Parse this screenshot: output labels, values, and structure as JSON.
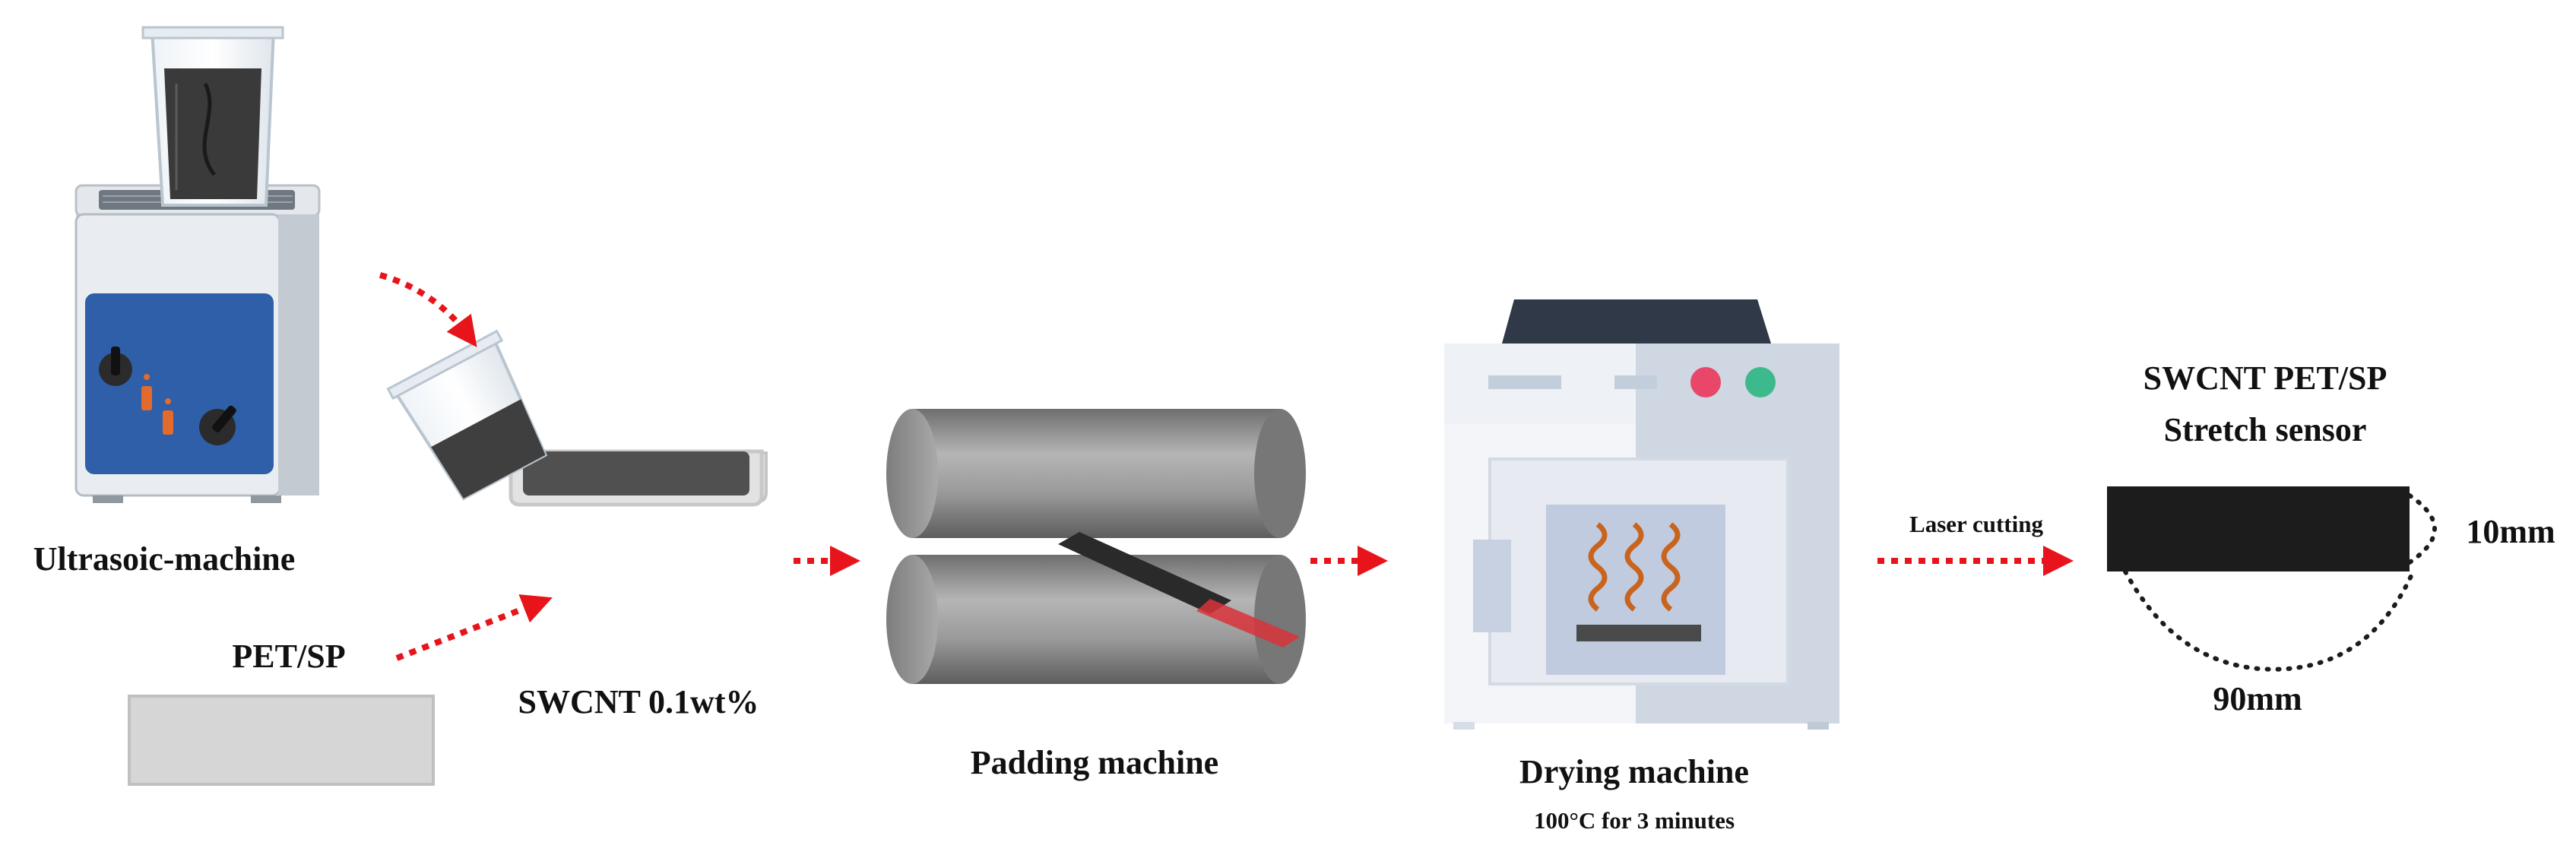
{
  "labels": {
    "ultrasonic": "Ultrasoic-machine",
    "pet_sp": "PET/SP",
    "swcnt_solution": "SWCNT 0.1wt%",
    "padding": "Padding machine",
    "drying": "Drying machine",
    "drying_condition": "100°C for 3 minutes",
    "laser": "Laser cutting",
    "sensor_line1": "SWCNT PET/SP",
    "sensor_line2": "Stretch sensor",
    "width_dim": "10mm",
    "length_dim": "90mm"
  },
  "colors": {
    "arrow": "#e8141b",
    "solution": "#3f3f3f",
    "machine_blue": "#2f5fa8",
    "roller": "#8a8a8a",
    "oven": "#dde3ec",
    "heater": "#c8641e",
    "indicator_red": "#e8476a",
    "indicator_green": "#3cba8c",
    "sensor": "#1c1c1c"
  },
  "icons": [
    "ultrasonic-bath-icon",
    "beaker-icon",
    "pouring-cup-icon",
    "solution-tray-icon",
    "fabric-sample-icon",
    "padding-rollers-icon",
    "drying-oven-icon",
    "sensor-strip-icon"
  ]
}
